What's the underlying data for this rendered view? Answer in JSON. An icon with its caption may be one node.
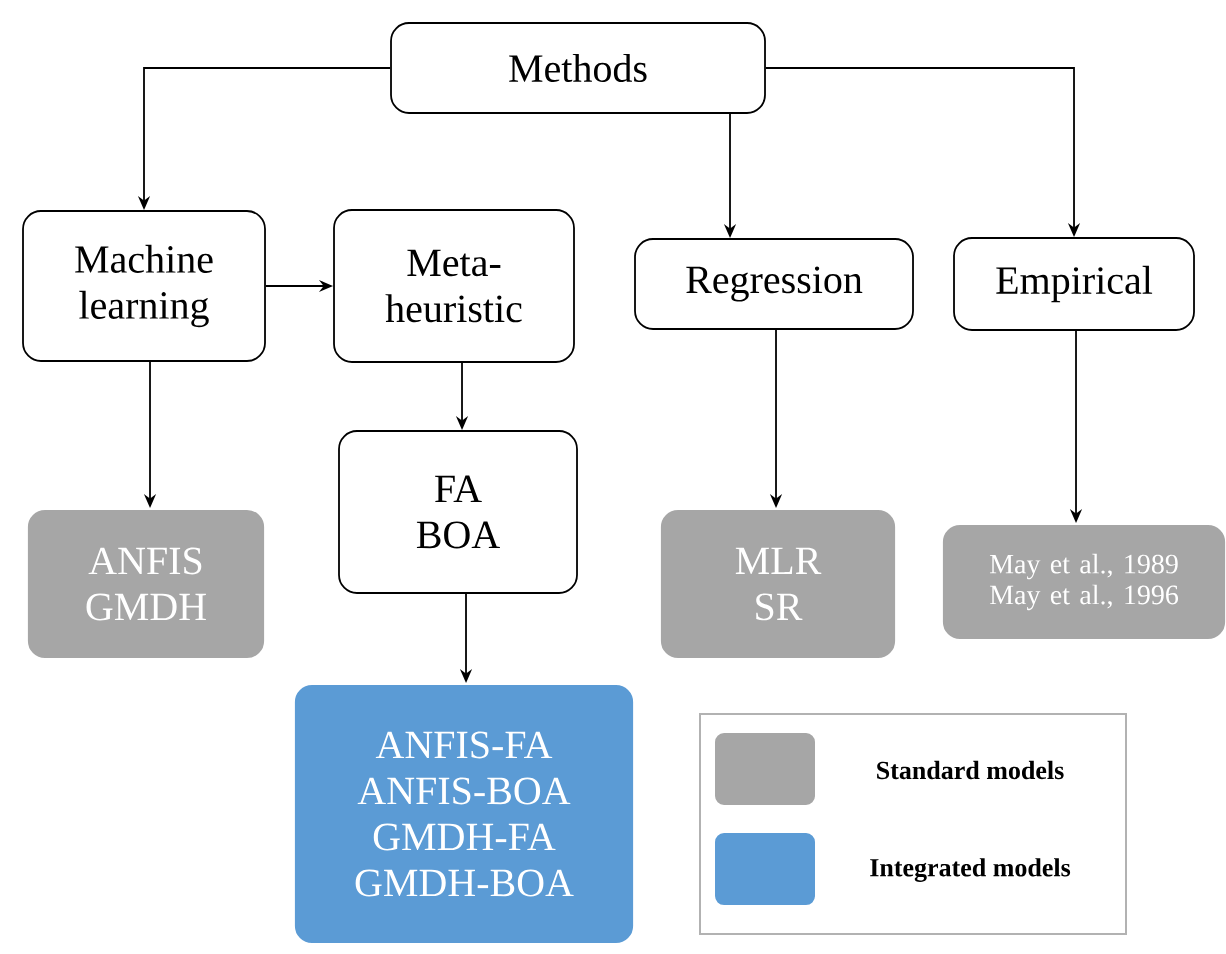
{
  "diagram": {
    "nodes": [
      {
        "text": [
          "Methods"
        ]
      },
      {
        "text": [
          "Machine learning"
        ]
      },
      {
        "text": [
          "Meta- heuristic"
        ]
      },
      {
        "text": [
          "Regression"
        ]
      },
      {
        "text": [
          "Empirical"
        ]
      },
      {
        "text": [
          "ANFIS",
          "GMDH"
        ]
      },
      {
        "text": [
          "FA",
          "BOA"
        ]
      },
      {
        "text": [
          "MLR",
          "SR"
        ]
      },
      {
        "text": [
          "May et al., 1989",
          "May et al., 1996"
        ]
      },
      {
        "text": [
          "ANFIS-FA",
          "ANFIS-BOA",
          "GMDH-FA",
          "GMDH-BOA"
        ]
      }
    ],
    "edges": [
      {
        "from": 0,
        "to": 1,
        "arrow": "to"
      },
      {
        "from": 0,
        "to": 3,
        "arrow": "to"
      },
      {
        "from": 0,
        "to": 4,
        "arrow": "to"
      },
      {
        "from": 1,
        "to": 2,
        "arrow": "to"
      },
      {
        "from": 1,
        "to": 5,
        "arrow": "to"
      },
      {
        "from": 2,
        "to": 6,
        "arrow": "to"
      },
      {
        "from": 6,
        "to": 9,
        "arrow": "to"
      },
      {
        "from": 3,
        "to": 7,
        "arrow": "to"
      },
      {
        "from": 4,
        "to": 8,
        "arrow": "to"
      }
    ],
    "legend": [
      {
        "text": "Standard models",
        "color": "#a6a6a6"
      },
      {
        "text": "Integrated models",
        "color": "#5b9bd5"
      }
    ]
  }
}
